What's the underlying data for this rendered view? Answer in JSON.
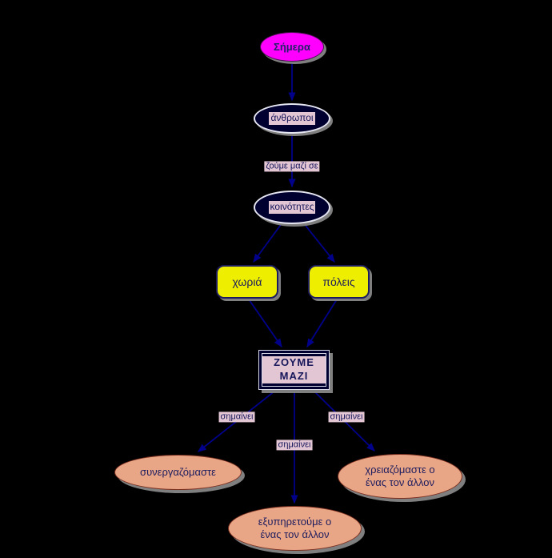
{
  "diagram": {
    "background_color": "#000000",
    "nodes": {
      "simera": {
        "label": "Σήμερα",
        "shape": "ellipse",
        "fill": "#ff00ff",
        "text_color": "#22226a"
      },
      "anthropoi": {
        "label": "άνθρωποι",
        "shape": "ellipse",
        "fill": "#000030",
        "text_color": "#16165a",
        "highlight": "#e3c6d4"
      },
      "koinotites": {
        "label": "κοινότητες",
        "shape": "ellipse",
        "fill": "#000030",
        "text_color": "#16165a",
        "highlight": "#e3c6d4"
      },
      "choria": {
        "label": "χωριά",
        "shape": "rounded-rectangle",
        "fill": "#eeee00",
        "text_color": "#1c1c5e"
      },
      "poleis": {
        "label": "πόλεις",
        "shape": "rounded-rectangle",
        "fill": "#eeee00",
        "text_color": "#1c1c5e"
      },
      "zoume_mazi": {
        "label": "ΖΟΥΜΕ ΜΑΖΙ",
        "shape": "double-border-rectangle",
        "fill": "#000030",
        "text_color": "#16165a",
        "highlight": "#e3c6d4"
      },
      "synergazomaste": {
        "label": "συνεργαζόμαστε",
        "shape": "ellipse",
        "fill": "#e9a687",
        "text_color": "#1c1c5e"
      },
      "chreiazomaste": {
        "label": "χρειαζόμαστε ο ένας τον άλλον",
        "shape": "ellipse",
        "fill": "#e9a687",
        "text_color": "#1c1c5e"
      },
      "exypiretoume": {
        "label": "εξυπηρετούμε ο ένας τον άλλον",
        "shape": "ellipse",
        "fill": "#e9a687",
        "text_color": "#1c1c5e"
      }
    },
    "edges": [
      {
        "from": "simera",
        "to": "anthropoi",
        "label": ""
      },
      {
        "from": "anthropoi",
        "to": "koinotites",
        "label": "ζούμε μαζί σε"
      },
      {
        "from": "koinotites",
        "to": "choria",
        "label": ""
      },
      {
        "from": "koinotites",
        "to": "poleis",
        "label": ""
      },
      {
        "from": "choria",
        "to": "zoume_mazi",
        "label": ""
      },
      {
        "from": "poleis",
        "to": "zoume_mazi",
        "label": ""
      },
      {
        "from": "zoume_mazi",
        "to": "synergazomaste",
        "label": "σημαίνει"
      },
      {
        "from": "zoume_mazi",
        "to": "exypiretoume",
        "label": "σημαίνει"
      },
      {
        "from": "zoume_mazi",
        "to": "chreiazomaste",
        "label": "σημαίνει"
      }
    ],
    "styles": {
      "arrow_color": "#00008b",
      "shadow_color": "#7f7f7f",
      "link_label_background": "#e3c6d4",
      "link_label_text": "#16165a",
      "node_border_light": "#e6e6f2"
    }
  }
}
